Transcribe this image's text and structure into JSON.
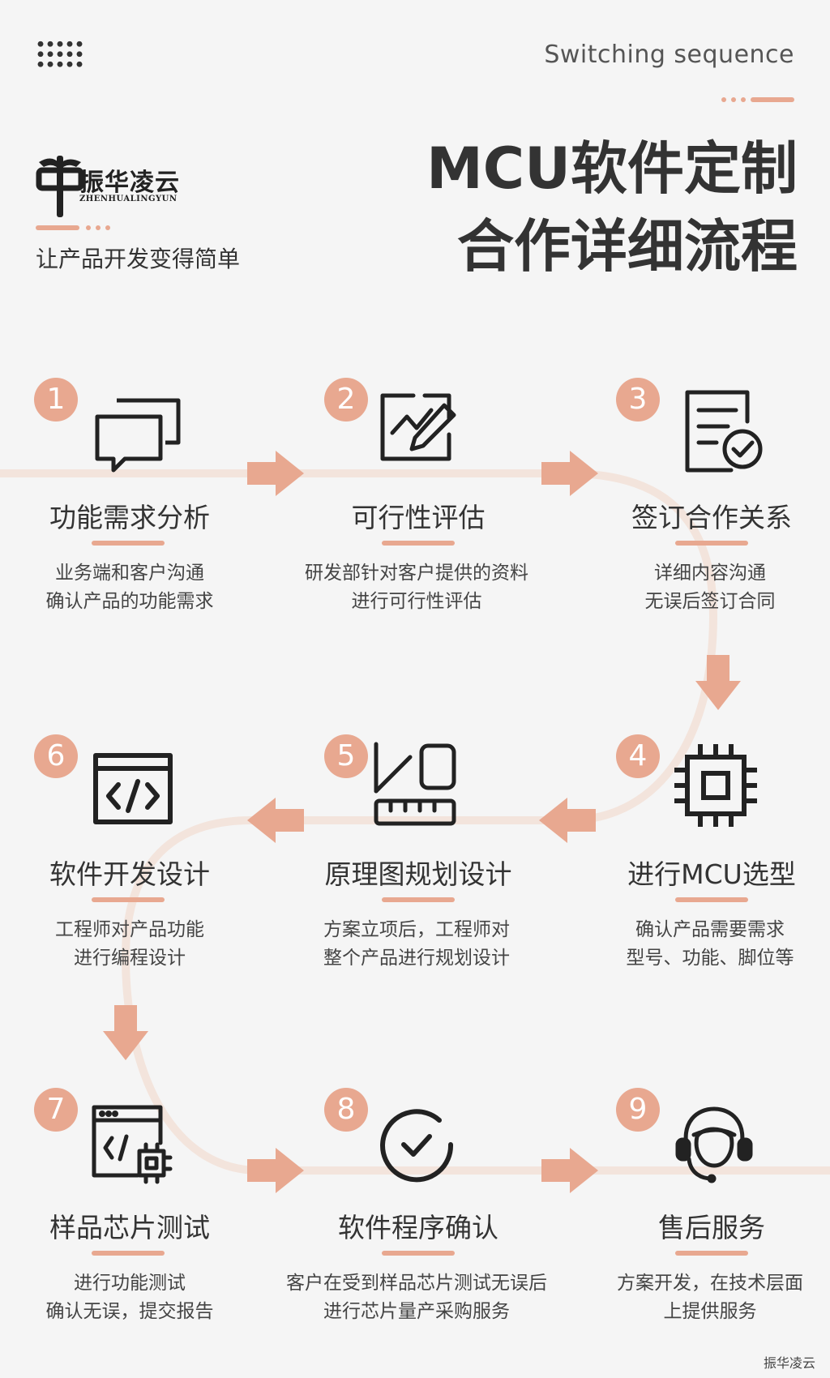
{
  "header": {
    "eyebrow": "Switching sequence",
    "title_line1": "MCU软件定制",
    "title_line2": "合作详细流程",
    "logo_cn": "振华凌云",
    "logo_en": "ZHENHUALINGYUN",
    "tagline": "让产品开发变得简单"
  },
  "colors": {
    "accent": "#e8a890",
    "flow_line": "#f3e4dc",
    "text": "#333333"
  },
  "steps": [
    {
      "number": "1",
      "icon": "chat-bubbles-icon",
      "title": "功能需求分析",
      "desc1": "业务端和客户沟通",
      "desc2": "确认产品的功能需求"
    },
    {
      "number": "2",
      "icon": "chart-edit-icon",
      "title": "可行性评估",
      "desc1": "研发部针对客户提供的资料",
      "desc2": "进行可行性评估"
    },
    {
      "number": "3",
      "icon": "document-check-icon",
      "title": "签订合作关系",
      "desc1": "详细内容沟通",
      "desc2": "无误后签订合同"
    },
    {
      "number": "4",
      "icon": "chip-icon",
      "title": "进行MCU选型",
      "desc1": "确认产品需要需求",
      "desc2": "型号、功能、脚位等"
    },
    {
      "number": "5",
      "icon": "design-ruler-icon",
      "title": "原理图规划设计",
      "desc1": "方案立项后，工程师对",
      "desc2": "整个产品进行规划设计"
    },
    {
      "number": "6",
      "icon": "code-window-icon",
      "title": "软件开发设计",
      "desc1": "工程师对产品功能",
      "desc2": "进行编程设计"
    },
    {
      "number": "7",
      "icon": "code-chip-icon",
      "title": "样品芯片测试",
      "desc1": "进行功能测试",
      "desc2": "确认无误，提交报告"
    },
    {
      "number": "8",
      "icon": "check-circle-icon",
      "title": "软件程序确认",
      "desc1": "客户在受到样品芯片测试无误后",
      "desc2": "进行芯片量产采购服务"
    },
    {
      "number": "9",
      "icon": "headset-support-icon",
      "title": "售后服务",
      "desc1": "方案开发，在技术层面",
      "desc2": "上提供服务"
    }
  ],
  "footer": {
    "watermark": "振华凌云"
  }
}
